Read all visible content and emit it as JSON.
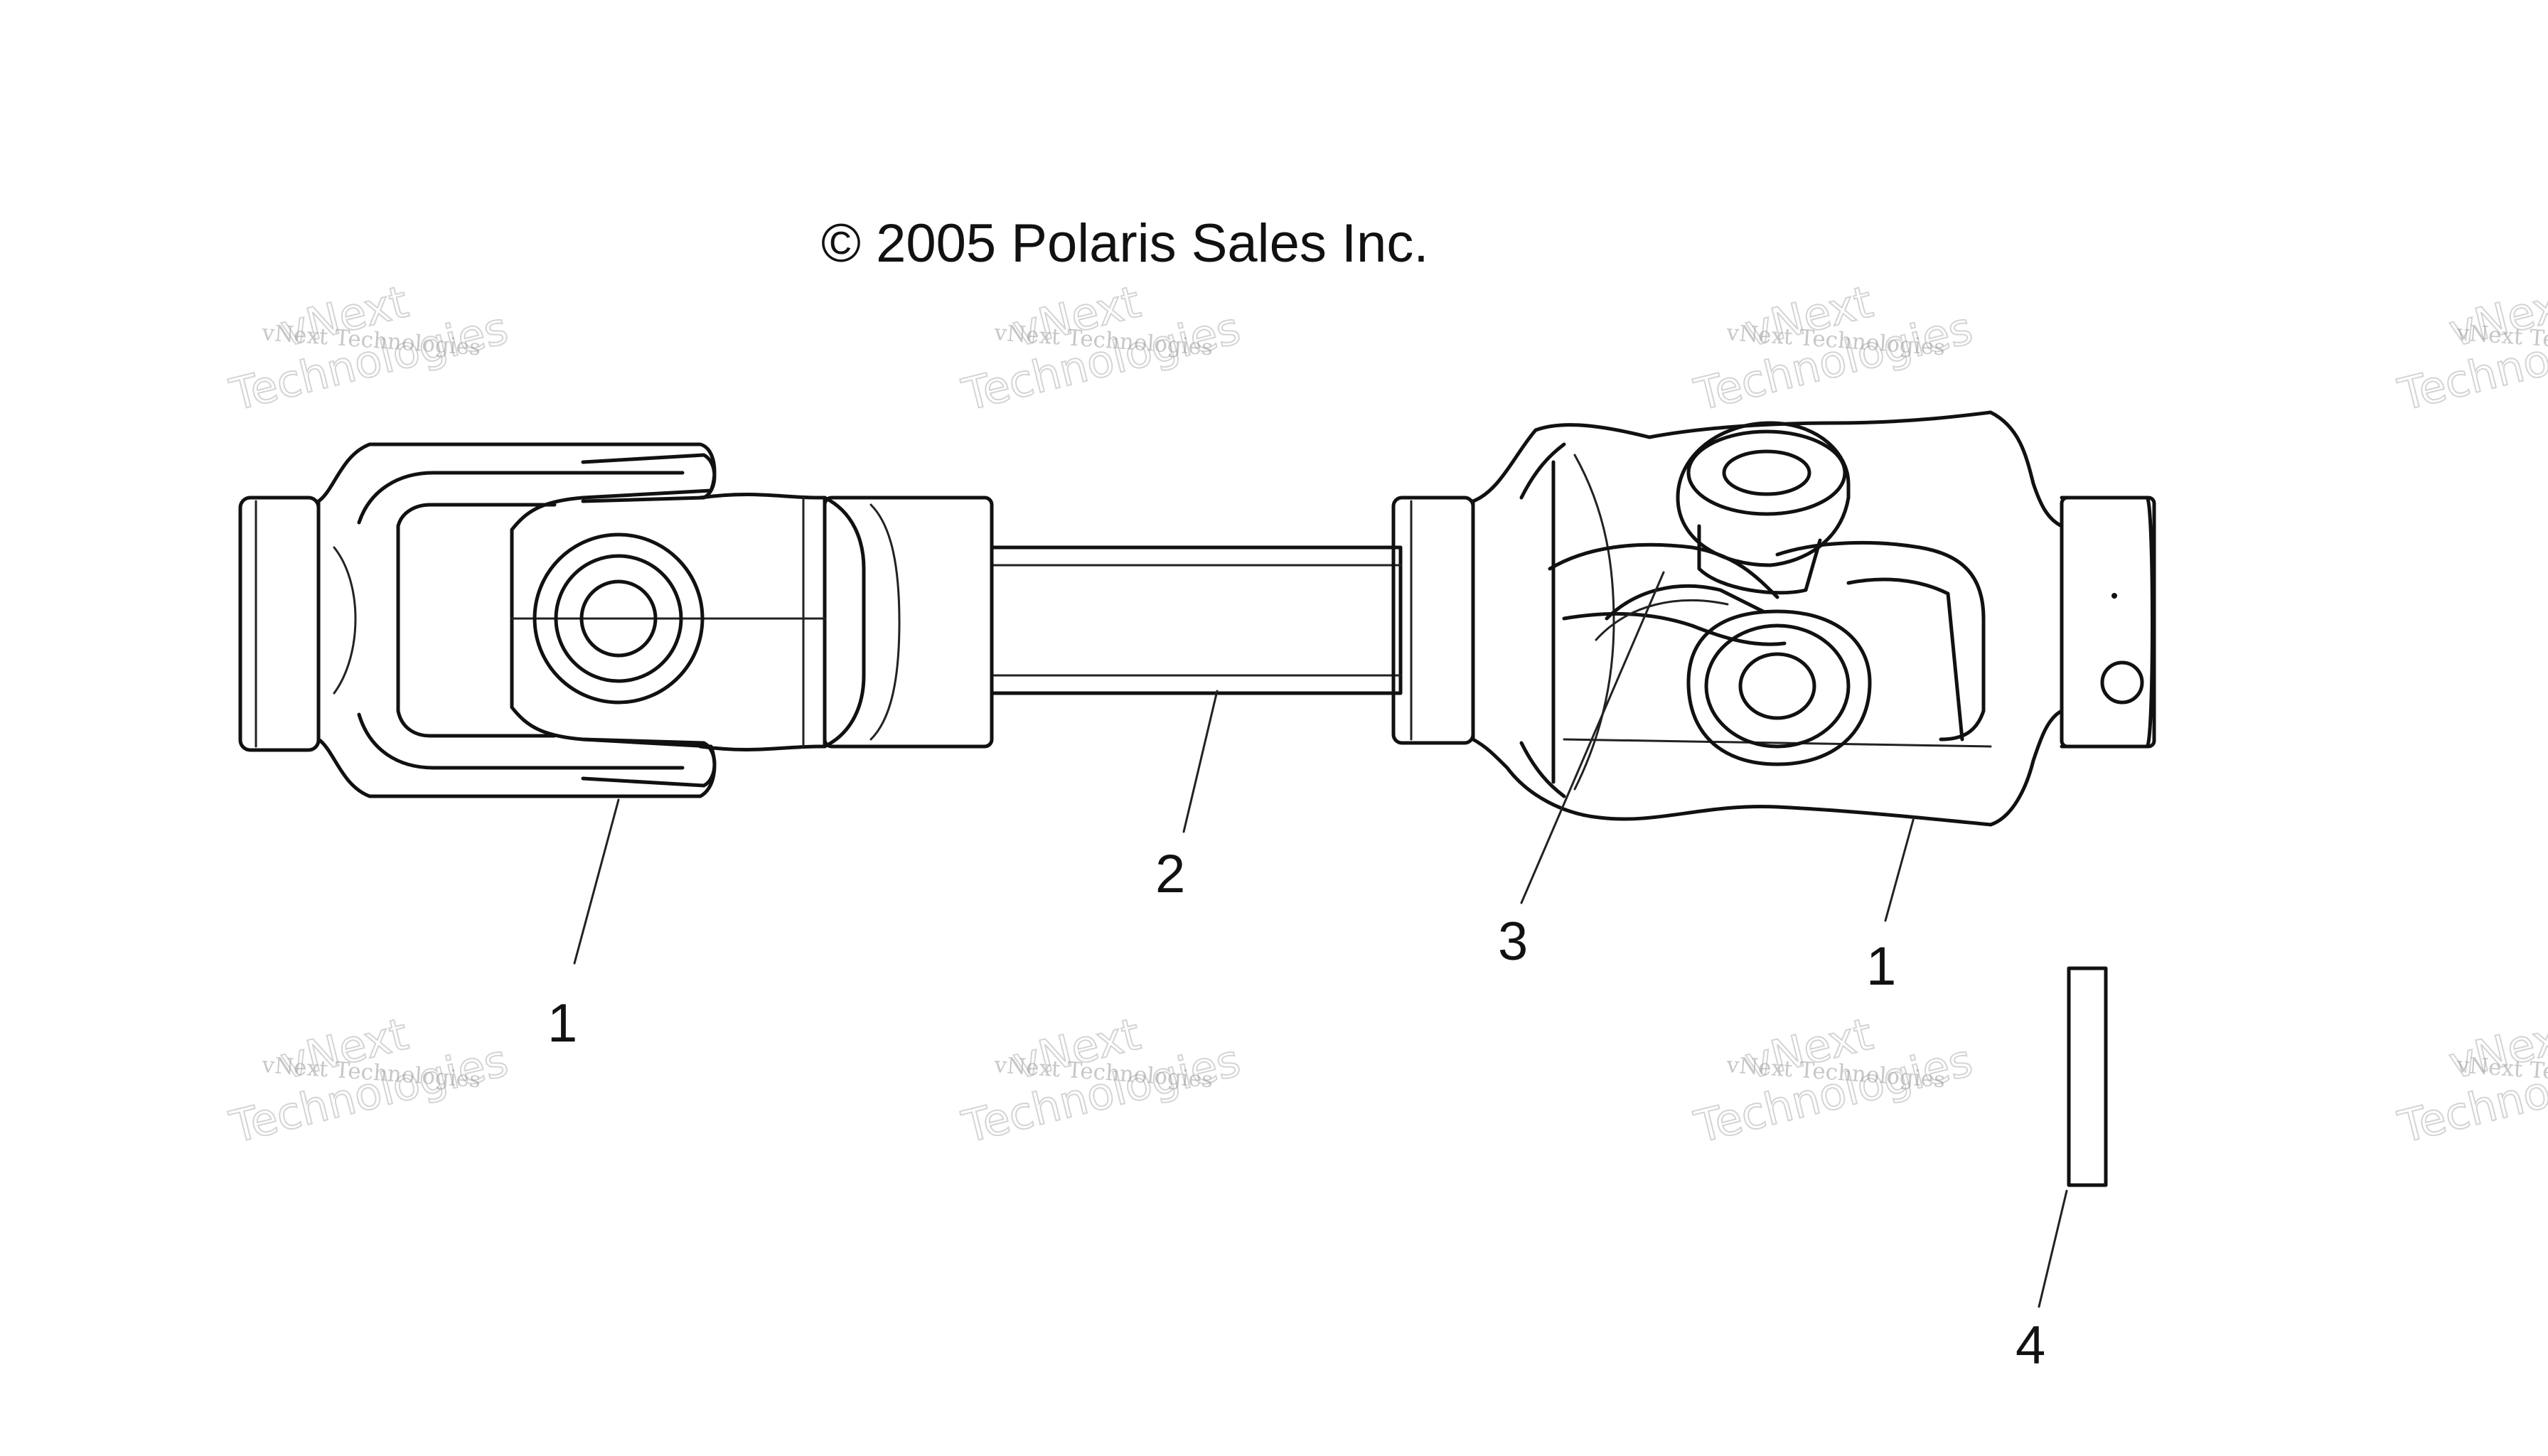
{
  "copyright": "© 2005 Polaris Sales Inc.",
  "watermark": {
    "line_small": "vNext Technologies",
    "line_big_1": "vNext",
    "line_big_2": "Technologies",
    "color": "#9a9a9a"
  },
  "callouts": {
    "left_yoke": "1",
    "shaft": "2",
    "cross_bearing": "3",
    "right_yoke": "1",
    "key": "4"
  }
}
